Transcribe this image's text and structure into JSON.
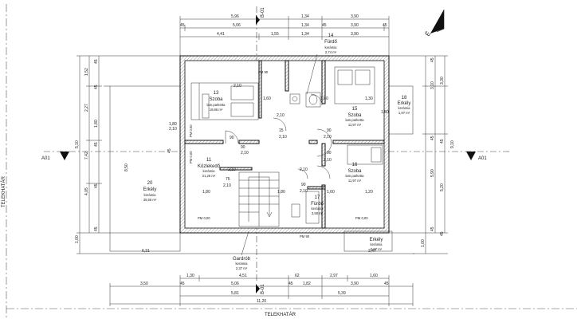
{
  "section_markers": {
    "b01_top": "B-01",
    "b01_bottom": "B-01",
    "a01_left": "A01",
    "a01_right": "A01"
  },
  "boundary": {
    "left": "TELEKHATÁR",
    "bottom": "TELEKHATÁR"
  },
  "north_symbol": "É",
  "rooms": [
    {
      "num": "13",
      "name": "Szoba",
      "mat": "lam.parketta",
      "area": "19,86 m²"
    },
    {
      "num": "14",
      "name": "Fürdő",
      "mat": "kerámia",
      "area": "2,74 m²"
    },
    {
      "num": "15",
      "name": "Szoba",
      "mat": "lam.parketta",
      "area": "11,97 m²"
    },
    {
      "num": "18",
      "name": "Erkély",
      "mat": "kerámia",
      "area": "1,97 m²"
    },
    {
      "num": "11",
      "name": "Közlekedő",
      "mat": "kerámia",
      "area": "21,26 m²"
    },
    {
      "num": "16",
      "name": "Szoba",
      "mat": "lam.parketta",
      "area": "11,97 m²"
    },
    {
      "num": "20",
      "name": "Erkély",
      "mat": "kerámia",
      "area": "35,56 m²"
    },
    {
      "num": "17",
      "name": "Fürdő",
      "mat": "kerámia",
      "area": "3,58 m²"
    },
    {
      "num": "",
      "name": "Erkély",
      "mat": "kerámia",
      "area": "2,87 m²"
    },
    {
      "num": "",
      "name": "Gardrób",
      "mat": "kerámia",
      "area": "2,37 m²"
    }
  ],
  "pm_labels": {
    "top": "PM 90",
    "left_a": "PM 0,00",
    "left_b": "PM 0,00",
    "bottom_left": "PM 0,00",
    "bottom_mid": "PM 90",
    "bottom_right": "PM 0,00"
  },
  "openings": {
    "a": "2,10",
    "b": "2,10",
    "c": "15",
    "d": "2,10",
    "e": "90",
    "f": "90",
    "g": "2,10",
    "h": "90",
    "i": "2,10",
    "j": "90",
    "k": "2,10",
    "l": "75",
    "m": "2,10",
    "n": "2,10",
    "o": "90",
    "p": "2,10",
    "q": "1,80",
    "r": "1,60",
    "s": "1,30",
    "t": "1,80",
    "u": "1,60",
    "v": "1,20",
    "w": "2,10",
    "x": "1,60",
    "y": "1,50"
  },
  "dims_top": {
    "r1": [
      "5,96",
      "1,34",
      "3,90"
    ],
    "r2": [
      "45",
      "5,06",
      "1,34",
      "45",
      "3,90",
      "45"
    ],
    "r3": [
      "4,41",
      "1,55",
      "1,34",
      "3,90"
    ]
  },
  "dims_bottom": {
    "r1": [
      "1,30",
      "4,51",
      "62",
      "2,97",
      "1,60"
    ],
    "r2": [
      "3,50",
      "45",
      "5,06",
      "45",
      "1,82",
      "3,90",
      "45"
    ],
    "r3": [
      "5,81",
      "5,39"
    ],
    "r4": [
      "11,20"
    ]
  },
  "dims_left": {
    "outer": [
      "1,52",
      "1,80",
      "2,27",
      "5,10",
      "7,42",
      "4,05",
      "1,00",
      "8,50"
    ],
    "inner": [
      "45",
      "45",
      "45",
      "45",
      "45",
      "45"
    ]
  },
  "dims_right": {
    "outer": [
      "3,10",
      "5,90",
      "3,30",
      "9,10",
      "5,20",
      "45",
      "1,00"
    ],
    "inner": [
      "45",
      "45",
      "45",
      "45"
    ]
  },
  "misc": {
    "m1": "6,31",
    "m2": "2,47",
    "m3": "1,80",
    "m4": "2,10"
  }
}
